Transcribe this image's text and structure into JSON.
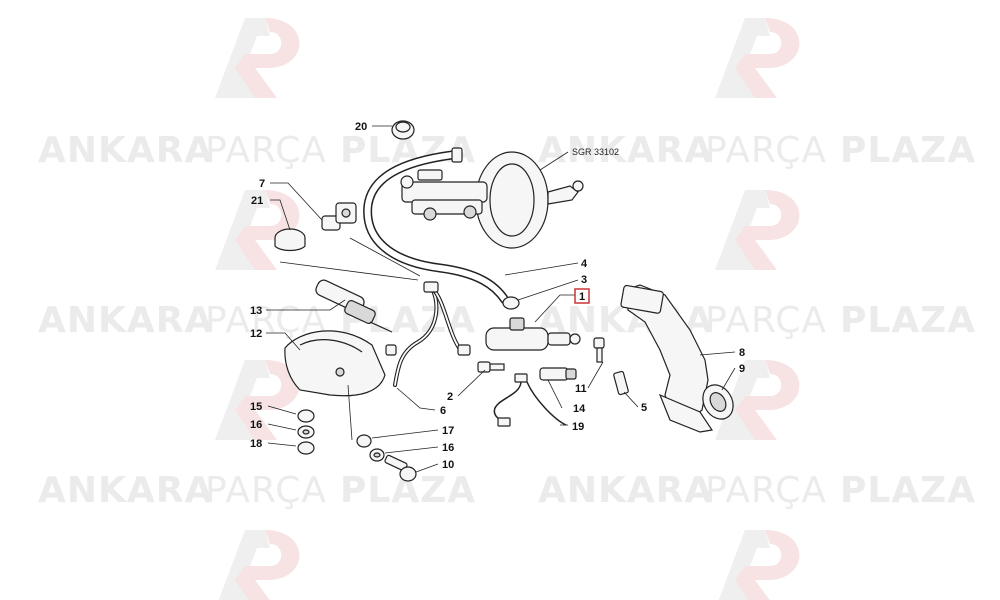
{
  "watermark": {
    "word1": "ANKARA",
    "word2": "PARÇA",
    "word3": "PLAZA",
    "logo_icon": "ap-monogram-logo"
  },
  "diagram": {
    "reference": "SGR 33102",
    "highlighted_callout": "1",
    "callouts": [
      "20",
      "7",
      "21",
      "4",
      "3",
      "1",
      "13",
      "12",
      "8",
      "9",
      "2",
      "11",
      "5",
      "14",
      "6",
      "19",
      "15",
      "16",
      "18",
      "17",
      "16",
      "10"
    ]
  },
  "colors": {
    "highlight": "#c62828",
    "line": "#222222",
    "watermark": "#ebebeb"
  }
}
